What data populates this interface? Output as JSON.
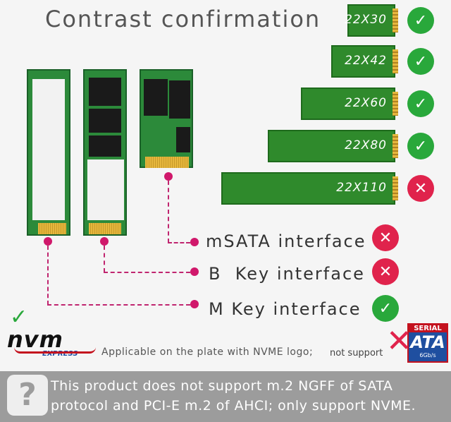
{
  "title": "Contrast confirmation",
  "sizes": [
    {
      "label": "22X30",
      "supported": true
    },
    {
      "label": "22X42",
      "supported": true
    },
    {
      "label": "22X60",
      "supported": true
    },
    {
      "label": "22X80",
      "supported": true
    },
    {
      "label": "22X110",
      "supported": false
    }
  ],
  "interfaces": [
    {
      "label": "mSATA interface",
      "supported": false
    },
    {
      "label": "B  Key interface",
      "supported": false
    },
    {
      "label": "M Key interface",
      "supported": true
    }
  ],
  "nvme": {
    "logo_text": "nvm",
    "logo_sub": "EXPRESS",
    "note": "Applicable on the plate with NVME logo;",
    "not_support": "not support",
    "sata_logo_top": "SERIAL",
    "sata_logo_main": "ATA",
    "sata_logo_sub": "6Gb/s"
  },
  "footer": {
    "icon": "question-icon",
    "line1": "This product does not support m.2 NGFF of SATA",
    "line2": "protocol and PCI-E m.2 of AHCI; only support NVME."
  },
  "colors": {
    "accent_green": "#2f8a2c",
    "ok": "#29a83b",
    "no": "#e0234c",
    "magenta": "#d0186b",
    "footer_bg": "#9c9c9c"
  }
}
